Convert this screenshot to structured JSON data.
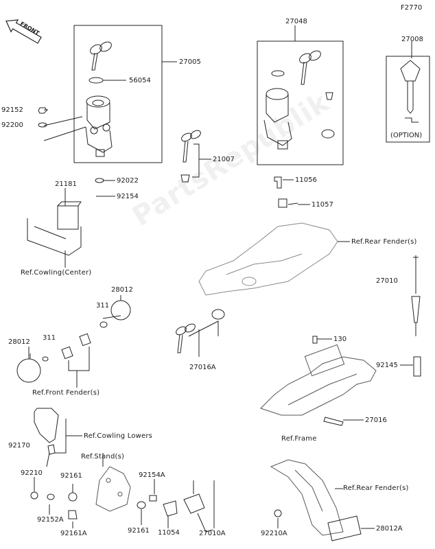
{
  "figure_code": "F2770",
  "front_label": "FRONT",
  "watermark": "PartsRepublik",
  "parts": {
    "p27005": "27005",
    "p56054": "56054",
    "p92152": "92152",
    "p92200": "92200",
    "p92022": "92022",
    "p92154": "92154",
    "p27048": "27048",
    "p27008": "27008",
    "option": "(OPTION)",
    "p21007": "21007",
    "p21181": "21181",
    "p11056": "11056",
    "p11057": "11057",
    "p28012_top": "28012",
    "p311_a": "311",
    "p311_b": "311",
    "p28012_left": "28012",
    "p27010": "27010",
    "p130": "130",
    "p27016A": "27016A",
    "p92145": "92145",
    "p27016": "27016",
    "p92170": "92170",
    "p92210": "92210",
    "p92161_a": "92161",
    "p92152A": "92152A",
    "p92161A": "92161A",
    "p92154A": "92154A",
    "p92161_b": "92161",
    "p11054": "11054",
    "p27010A": "27010A",
    "p92210A": "92210A",
    "p28012A": "28012A"
  },
  "refs": {
    "rear_fender_1": "Ref.Rear Fender(s)",
    "cowling_center": "Ref.Cowling(Center)",
    "front_fender": "Ref.Front Fender(s)",
    "frame": "Ref.Frame",
    "cowling_lowers": "Ref.Cowling Lowers",
    "stands": "Ref.Stand(s)",
    "rear_fender_2": "Ref.Rear Fender(s)"
  }
}
